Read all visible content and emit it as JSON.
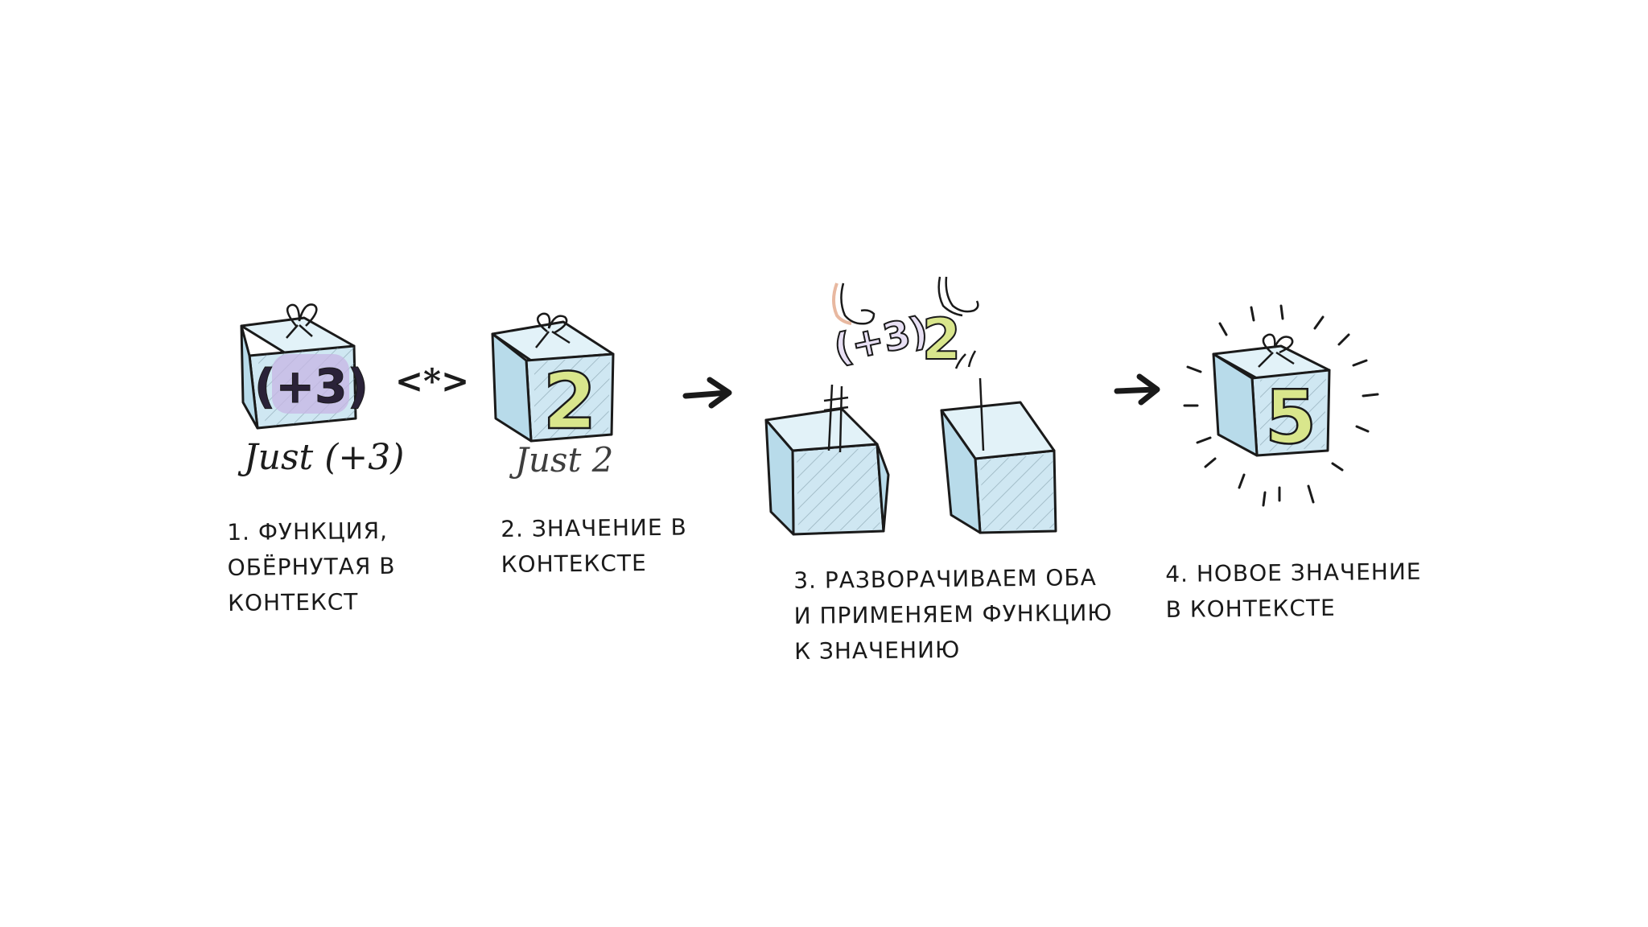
{
  "colors": {
    "box_fill": "#cfe7f2",
    "box_top": "#e2f2f8",
    "box_side": "#b8dbea",
    "purple_glyph": "#c7b6e4",
    "green_glyph": "#d9e68c",
    "ink": "#1a1a1a"
  },
  "steps": [
    {
      "box_glyph": "(+3)",
      "box_label": "Just (+3)",
      "caption_lines": [
        "1. ФУНКЦИЯ,",
        "ОБЁРНУТАЯ В",
        "КОНТЕКСТ"
      ]
    },
    {
      "box_glyph": "2",
      "box_label": "Just 2",
      "caption_lines": [
        "2. ЗНАЧЕНИЕ В",
        "КОНТЕКСТЕ"
      ]
    },
    {
      "lifted_function": "(+3)",
      "lifted_value": "2",
      "caption_lines": [
        "3. РАЗВОРАЧИВАЕМ ОБА",
        "И ПРИМЕНЯЕМ ФУНКЦИЮ",
        "К ЗНАЧЕНИЮ"
      ]
    },
    {
      "box_glyph": "5",
      "caption_lines": [
        "4. НОВОЕ ЗНАЧЕНИЕ",
        "В КОНТЕКСТЕ"
      ]
    }
  ],
  "operator": "<*>",
  "icons": [
    "gift-box-icon",
    "open-box-icon",
    "hand-icon",
    "arrow-right-icon",
    "glow-rays-icon"
  ]
}
